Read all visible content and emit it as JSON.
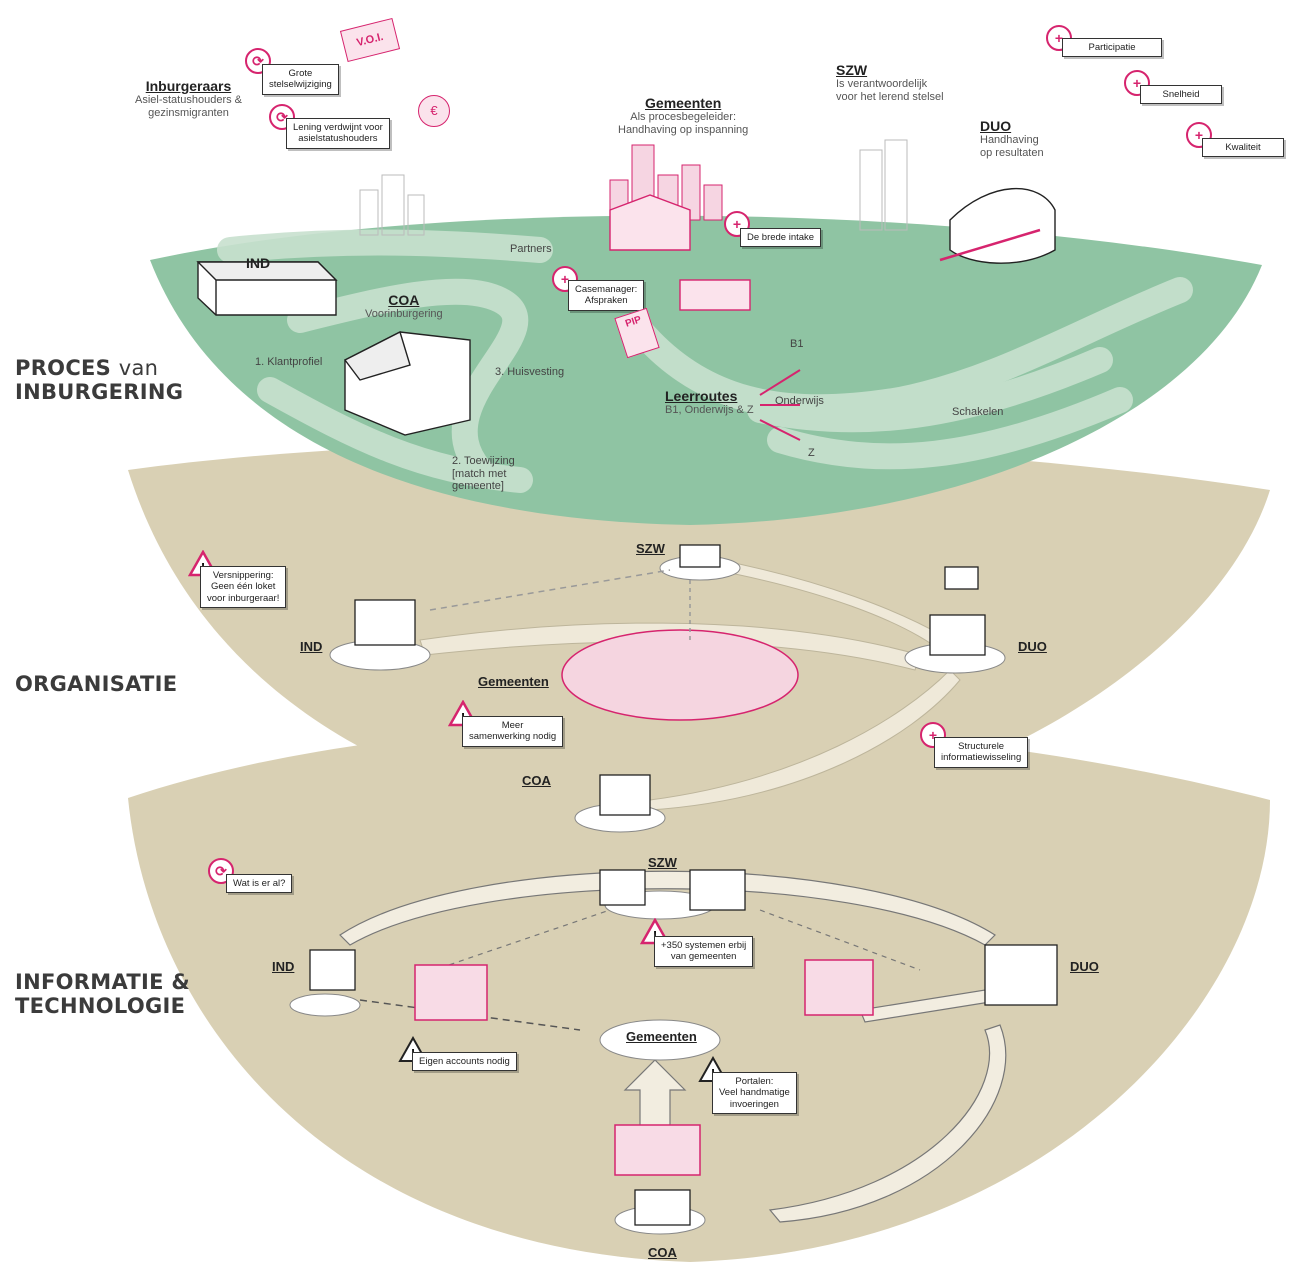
{
  "layers": {
    "proces": {
      "bold": "PROCES",
      "light": "van",
      "line2": "INBURGERING"
    },
    "organisatie": "ORGANISATIE",
    "informatie": {
      "line1": "INFORMATIE &",
      "line2": "TECHNOLOGIE"
    }
  },
  "top": {
    "inburgeraars": {
      "title": "Inburgeraars",
      "sub1": "Asiel-statushouders &",
      "sub2": "gezinsmigranten"
    },
    "gemeenten": {
      "title": "Gemeenten",
      "sub1": "Als procesbegeleider:",
      "sub2": "Handhaving op inspanning"
    },
    "szw": {
      "title": "SZW",
      "sub1": "Is verantwoordelijk",
      "sub2": "voor het lerend stelsel"
    },
    "duo": {
      "title": "DUO",
      "sub1": "Handhaving",
      "sub2": "op resultaten"
    },
    "callouts": {
      "grote": [
        "Grote",
        "stelselwijziging"
      ],
      "lening": [
        "Lening verdwijnt voor",
        "asielstatushouders"
      ],
      "participatie": "Participatie",
      "snelheid": "Snelheid",
      "kwaliteit": "Kwaliteit",
      "brede_intake": "De brede intake",
      "casemanager": [
        "Casemanager:",
        "Afspraken"
      ]
    },
    "sign": "V.O.I.",
    "pip": "PIP"
  },
  "proces": {
    "ind": "IND",
    "coa": {
      "title": "COA",
      "sub": "Voorinburgering"
    },
    "partners": "Partners",
    "klantprofiel": "1. Klantprofiel",
    "huisvesting": "3. Huisvesting",
    "toewijzing": [
      "2. Toewijzing",
      "[match met",
      "gemeente]"
    ],
    "leerroutes": {
      "title": "Leerroutes",
      "sub": "B1, Onderwijs & Z"
    },
    "b1": "B1",
    "onderwijs": "Onderwijs",
    "z": "Z",
    "schakelen": "Schakelen"
  },
  "organisatie": {
    "szw": "SZW",
    "ind": "IND",
    "duo": "DUO",
    "gemeenten": "Gemeenten",
    "coa": "COA",
    "versnippering": [
      "Versnippering:",
      "Geen één loket",
      "voor inburgeraar!"
    ],
    "meer": [
      "Meer",
      "samenwerking nodig"
    ],
    "structurele": [
      "Structurele",
      "informatiewisseling"
    ]
  },
  "informatie": {
    "szw": "SZW",
    "ind": "IND",
    "duo": "DUO",
    "gemeenten": "Gemeenten",
    "coa": "COA",
    "wat": "Wat is er al?",
    "systemen": [
      "+350 systemen erbij",
      "van gemeenten"
    ],
    "eigen": "Eigen accounts nodig",
    "portalen": [
      "Portalen:",
      "Veel handmatige",
      "invoeringen"
    ]
  },
  "colors": {
    "green": "#8fc4a3",
    "tan": "#d8cfb2",
    "pink": "#d6246e"
  }
}
